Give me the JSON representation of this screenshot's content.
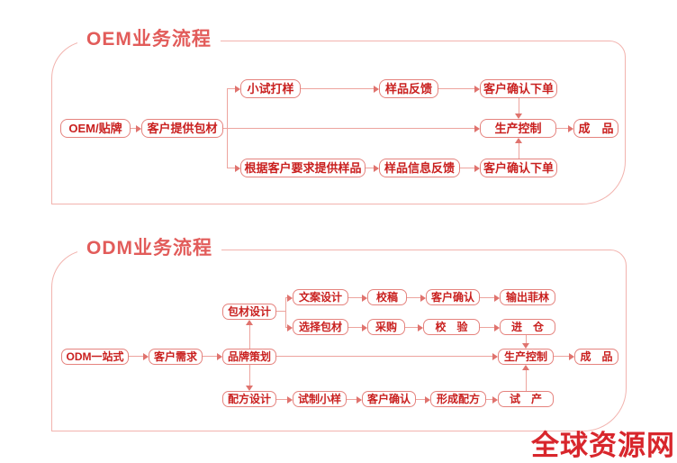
{
  "colors": {
    "panel_border": "#f2b3ae",
    "box_border": "#e5837e",
    "box_text": "#c9201f",
    "title_text": "#e25c5a",
    "connector_line": "#eda49e",
    "arrowhead": "#e0736e",
    "watermark_red": "#d8262c"
  },
  "oem": {
    "title": "OEM业务流程",
    "nodes": {
      "start": "OEM/贴牌",
      "customer_packaging": "客户提供包材",
      "pilot_sample": "小试打样",
      "sample_feedback": "样品反馈",
      "confirm_order_top": "客户确认下单",
      "production_control": "生产控制",
      "finished_product": "成　品",
      "samples_on_request": "根据客户要求提供样品",
      "sample_info_feedback": "样品信息反馈",
      "confirm_order_bottom": "客户确认下单"
    }
  },
  "odm": {
    "title": "ODM业务流程",
    "nodes": {
      "start": "ODM一站式",
      "customer_needs": "客户需求",
      "brand_planning": "品牌策划",
      "packaging_design": "包材设计",
      "copy_design": "文案设计",
      "proofreading": "校稿",
      "customer_confirm_film": "客户确认",
      "output_film": "输出菲林",
      "select_packaging": "选择包材",
      "purchasing": "采购",
      "inspection": "校　验",
      "warehousing": "进　仓",
      "production_control": "生产控制",
      "finished_product": "成　品",
      "formula_design": "配方设计",
      "trial_sample": "试制小样",
      "customer_confirm_formula": "客户确认",
      "form_formula": "形成配方",
      "trial_production": "试　产"
    }
  },
  "watermark": {
    "text": "全球资源网"
  }
}
